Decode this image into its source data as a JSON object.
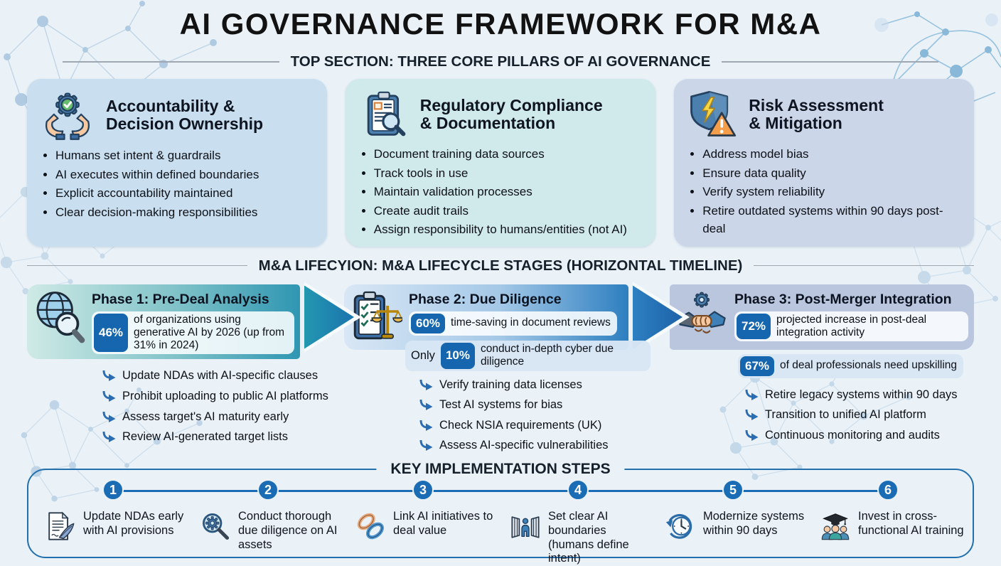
{
  "title": "AI GOVERNANCE FRAMEWORK FOR M&A",
  "colors": {
    "page_bg": "#eaf2f8",
    "accent_blue": "#1a6cb5",
    "badge_blue": "#1566ae",
    "teal": "#2f96b2",
    "steps_border": "#2470ad",
    "card1_bg": "#c9dff0",
    "card2_bg": "#d0e9ea",
    "card3_bg": "#ccd6e9"
  },
  "pillars": {
    "heading": "TOP SECTION: THREE CORE PILLARS OF AI GOVERNANCE",
    "cards": [
      {
        "icon": "hands-holding-gear-check-icon",
        "title1": "Accountability &",
        "title2": "Decision Ownership",
        "bullets": [
          "Humans set intent & guardrails",
          "AI executes within defined boundaries",
          "Explicit accountability maintained",
          "Clear decision-making responsibilities"
        ]
      },
      {
        "icon": "clipboard-magnifier-icon",
        "title1": "Regulatory Compliance",
        "title2": "& Documentation",
        "bullets": [
          "Document training data sources",
          "Track tools in use",
          "Maintain validation processes",
          "Create audit trails",
          "Assign responsibility to humans/entities (not AI)"
        ]
      },
      {
        "icon": "shield-lightning-warning-icon",
        "title1": "Risk Assessment",
        "title2": "& Mitigation",
        "bullets": [
          "Address model bias",
          "Ensure data quality",
          "Verify system reliability",
          "Retire outdated systems within 90 days post-deal"
        ]
      }
    ]
  },
  "timeline": {
    "heading": "M&A LIFECYION: M&A LIFECYCLE STAGES (HORIZONTAL TIMELINE)",
    "phases": [
      {
        "icon": "globe-magnifier-icon",
        "title": "Phase 1: Pre-Deal Analysis",
        "stats": [
          {
            "prefix": "",
            "value": "46%",
            "text": "of organizations using generative AI by 2026 (up from 31% in 2024)"
          }
        ],
        "bullets": [
          "Update NDAs with AI-specific clauses",
          "Prohibit uploading to public AI platforms",
          "Assess target's AI maturity early",
          "Review AI-generated target lists"
        ]
      },
      {
        "icon": "clipboard-scales-icon",
        "title": "Phase 2: Due Diligence",
        "stats": [
          {
            "prefix": "",
            "value": "60%",
            "text": "time-saving in document reviews"
          },
          {
            "prefix": "Only",
            "value": "10%",
            "text": "conduct in-depth cyber due diligence"
          }
        ],
        "bullets": [
          "Verify training data licenses",
          "Test AI systems for bias",
          "Check NSIA requirements (UK)",
          "Assess AI-specific vulnerabilities"
        ]
      },
      {
        "icon": "handshake-gear-icon",
        "title": "Phase 3: Post-Merger Integration",
        "stats": [
          {
            "prefix": "",
            "value": "72%",
            "text": "projected increase in post-deal integration activity"
          },
          {
            "prefix": "",
            "value": "67%",
            "text": "of deal professionals need upskilling"
          }
        ],
        "bullets": [
          "Retire legacy systems within 90 days",
          "Transition to unified AI platform",
          "Continuous monitoring and audits"
        ]
      }
    ]
  },
  "steps": {
    "heading": "KEY IMPLEMENTATION STEPS",
    "items": [
      {
        "number": "1",
        "icon": "document-quill-icon",
        "label": "Update NDAs early with AI provisions"
      },
      {
        "number": "2",
        "icon": "magnifier-gear-icon",
        "label": "Conduct thorough due diligence on AI assets"
      },
      {
        "number": "3",
        "icon": "chain-link-icon",
        "label": "Link AI initiatives to deal value"
      },
      {
        "number": "4",
        "icon": "person-gates-icon",
        "label": "Set clear AI boundaries (humans define intent)"
      },
      {
        "number": "5",
        "icon": "clock-rewind-icon",
        "label": "Modernize systems within 90 days"
      },
      {
        "number": "6",
        "icon": "graduation-people-icon",
        "label": "Invest in cross-functional AI training"
      }
    ]
  }
}
